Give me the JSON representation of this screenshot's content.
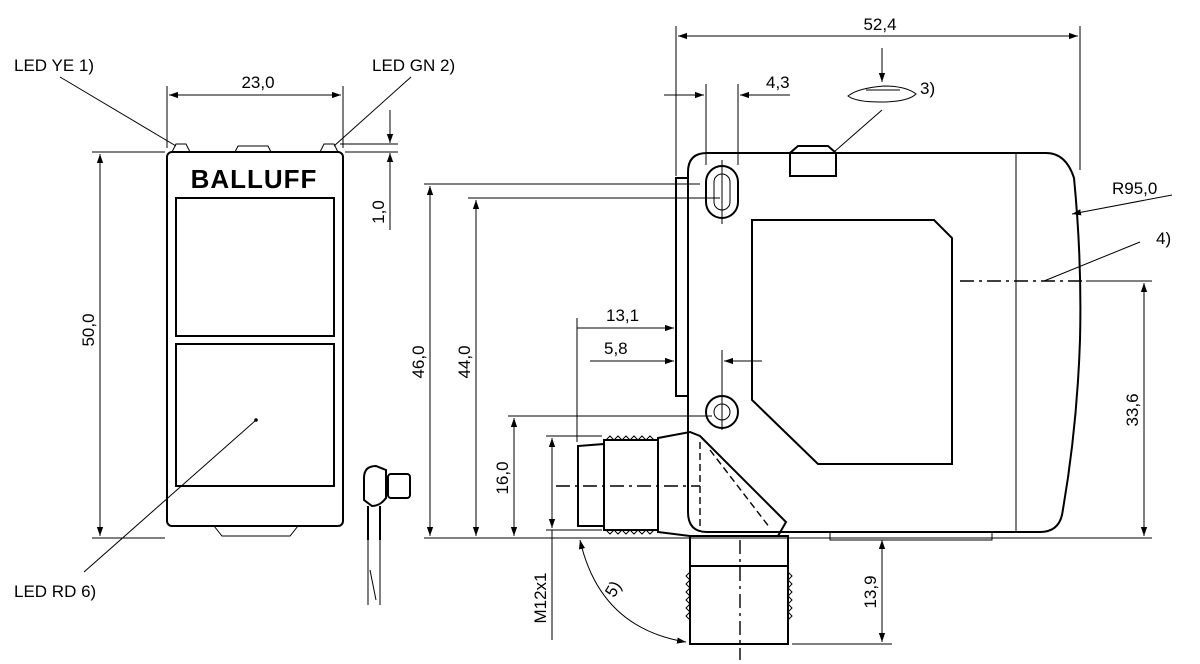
{
  "logo": {
    "brand": "BALLUFF"
  },
  "callouts": {
    "led_ye": "LED YE 1)",
    "led_gn": "LED GN 2)",
    "led_rd": "LED RD 6)",
    "note_3": "3)",
    "note_4": "4)",
    "note_5": "5)",
    "radius": "R95,0"
  },
  "dimensions": {
    "front_width": "23,0",
    "front_height": "50,0",
    "led_offset": "1,0",
    "side_length": "52,4",
    "hole_width": "4,3",
    "connector_offset": "13,1",
    "hole_offset": "5,8",
    "height_46": "46,0",
    "height_44": "44,0",
    "height_16": "16,0",
    "thread": "M12x1",
    "axis_height": "33,6",
    "connector_drop": "13,9"
  }
}
